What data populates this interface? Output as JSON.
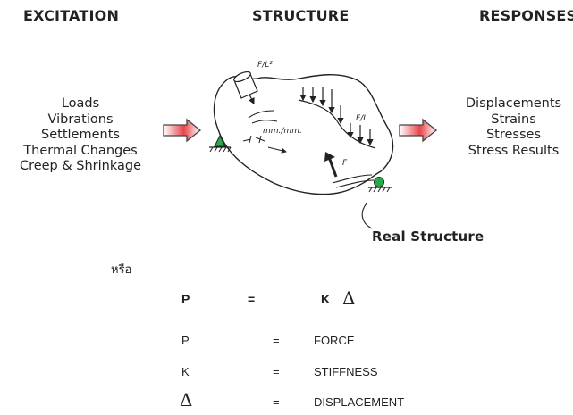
{
  "headers": {
    "excitation": "EXCITATION",
    "structure": "STRUCTURE",
    "responses": "RESPONSES"
  },
  "excitation_items": [
    "Loads",
    "Vibrations",
    "Settlements",
    "Thermal Changes",
    "Creep & Shrinkage"
  ],
  "response_items": [
    "Displacements",
    "Strains",
    "Stresses",
    "Stress Results"
  ],
  "diagram_labels": {
    "pressure_load": "F/L²",
    "distributed_load": "F/L",
    "strain": "mm./mm.",
    "point_force": "F",
    "real_structure": "Real Structure"
  },
  "or_text": "หรือ",
  "equation": {
    "lhs": "P",
    "equals": "=",
    "rhs_k": "K",
    "rhs_delta": "Δ"
  },
  "definitions": [
    {
      "symbol": "P",
      "equals": "=",
      "meaning": "FORCE"
    },
    {
      "symbol": "K",
      "equals": "=",
      "meaning": "STIFFNESS"
    },
    {
      "symbol": "Δ",
      "equals": "=",
      "meaning": "DISPLACEMENT"
    }
  ],
  "colors": {
    "text": "#222222",
    "arrow_gradient_mid": "#e8454b",
    "support_green": "#2aa84a"
  }
}
